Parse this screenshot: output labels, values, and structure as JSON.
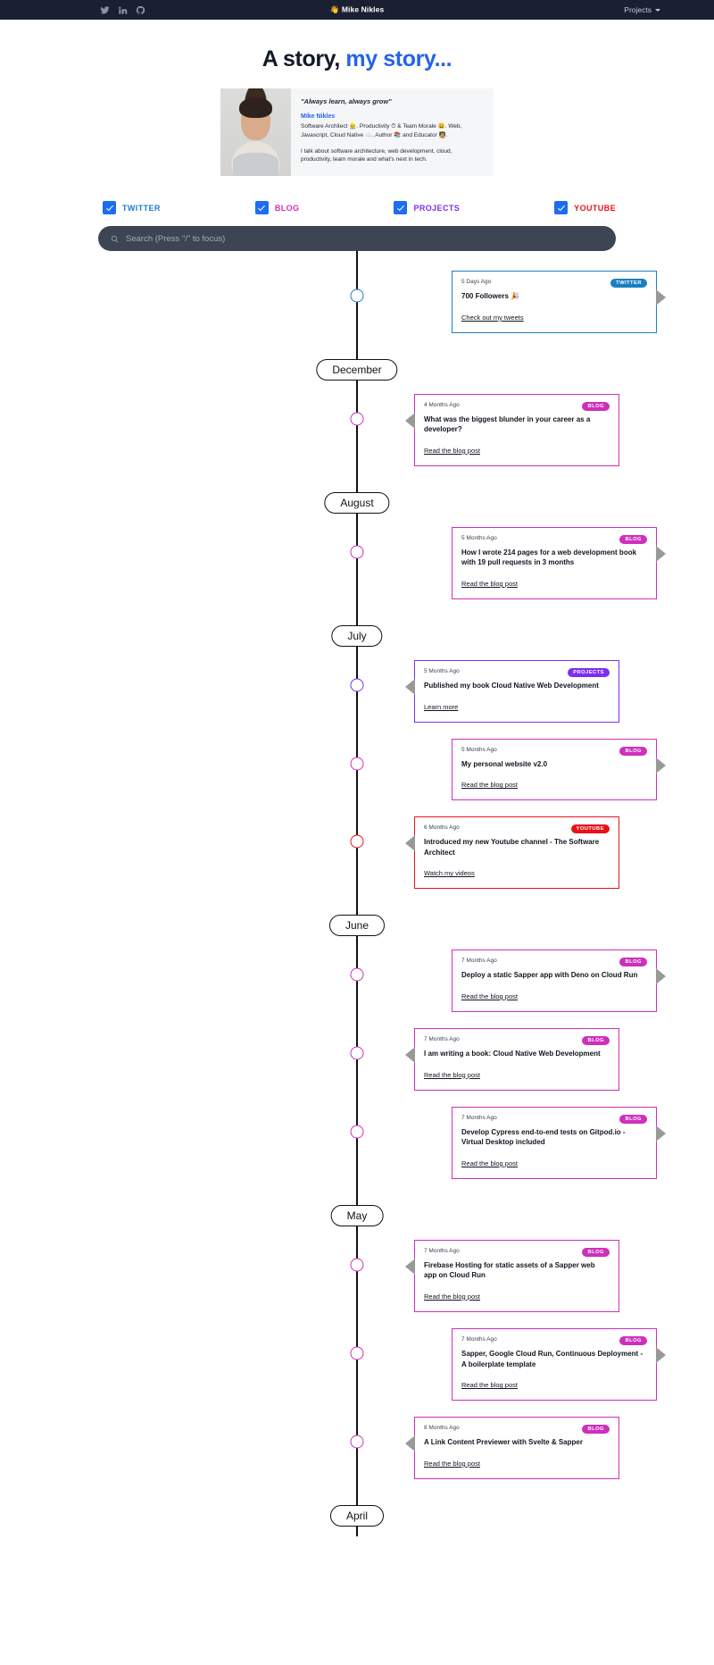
{
  "navbar": {
    "brand": "👋 Mike Nikles",
    "social": [
      {
        "name": "twitter-icon",
        "label": "Twitter"
      },
      {
        "name": "linkedin-icon",
        "label": "LinkedIn"
      },
      {
        "name": "github-icon",
        "label": "GitHub"
      }
    ],
    "menu_label": "Projects"
  },
  "header": {
    "title_plain": "A story, ",
    "title_accent": "my story...",
    "accent_color": "#2563eb"
  },
  "bio": {
    "quote": "\"Always learn, always grow\"",
    "name": "Mike Nikles",
    "role": "Software Architect 👷. Productivity ⏱ & Team Morale 😀. Web, Javascript, Cloud Native ☁️. Author 📚 and Educator 🧑‍🏫.",
    "about": "I talk about software architecture, web development, cloud, productivity, team morale and what's next in tech."
  },
  "filters": [
    {
      "label": "TWITTER",
      "checked": true,
      "color": "#1a7fc1"
    },
    {
      "label": "BLOG",
      "checked": true,
      "color": "#cf2fbd"
    },
    {
      "label": "PROJECTS",
      "checked": true,
      "color": "#7b2ff2"
    },
    {
      "label": "YOUTUBE",
      "checked": true,
      "color": "#e8131a"
    }
  ],
  "search": {
    "placeholder": "Search (Press \"/\" to focus)",
    "value": ""
  },
  "timeline": [
    {
      "kind": "event",
      "side": "left",
      "source": "twitter",
      "badge": "TWITTER",
      "ago": "5 Days Ago",
      "title": "700 Followers 🎉",
      "link": "Check out my tweets"
    },
    {
      "kind": "month",
      "label": "December"
    },
    {
      "kind": "event",
      "side": "right",
      "source": "blog",
      "badge": "BLOG",
      "ago": "4 Months Ago",
      "title": "What was the biggest blunder in your career as a developer?",
      "link": "Read the blog post"
    },
    {
      "kind": "month",
      "label": "August"
    },
    {
      "kind": "event",
      "side": "left",
      "source": "blog",
      "badge": "BLOG",
      "ago": "5 Months Ago",
      "title": "How I wrote 214 pages for a web development book with 19 pull requests in 3 months",
      "link": "Read the blog post"
    },
    {
      "kind": "month",
      "label": "July"
    },
    {
      "kind": "event",
      "side": "right",
      "source": "projects",
      "badge": "PROJECTS",
      "ago": "5 Months Ago",
      "title": "Published my book Cloud Native Web Development",
      "link": "Learn more"
    },
    {
      "kind": "event",
      "side": "left",
      "source": "blog",
      "badge": "BLOG",
      "ago": "5 Months Ago",
      "title": "My personal website v2.0",
      "link": "Read the blog post"
    },
    {
      "kind": "event",
      "side": "right",
      "source": "youtube",
      "badge": "YOUTUBE",
      "ago": "6 Months Ago",
      "title": "Introduced my new Youtube channel - The Software Architect",
      "link": "Watch my videos"
    },
    {
      "kind": "month",
      "label": "June"
    },
    {
      "kind": "event",
      "side": "left",
      "source": "blog",
      "badge": "BLOG",
      "ago": "7 Months Ago",
      "title": "Deploy a static Sapper app with Deno on Cloud Run",
      "link": "Read the blog post"
    },
    {
      "kind": "event",
      "side": "right",
      "source": "blog",
      "badge": "BLOG",
      "ago": "7 Months Ago",
      "title": "I am writing a book: Cloud Native Web Development",
      "link": "Read the blog post"
    },
    {
      "kind": "event",
      "side": "left",
      "source": "blog",
      "badge": "BLOG",
      "ago": "7 Months Ago",
      "title": "Develop Cypress end-to-end tests on Gitpod.io - Virtual Desktop included",
      "link": "Read the blog post"
    },
    {
      "kind": "month",
      "label": "May"
    },
    {
      "kind": "event",
      "side": "right",
      "source": "blog",
      "badge": "BLOG",
      "ago": "7 Months Ago",
      "title": "Firebase Hosting for static assets of a Sapper web app on Cloud Run",
      "link": "Read the blog post"
    },
    {
      "kind": "event",
      "side": "left",
      "source": "blog",
      "badge": "BLOG",
      "ago": "7 Months Ago",
      "title": "Sapper, Google Cloud Run, Continuous Deployment - A boilerplate template",
      "link": "Read the blog post"
    },
    {
      "kind": "event",
      "side": "right",
      "source": "blog",
      "badge": "BLOG",
      "ago": "8 Months Ago",
      "title": "A Link Content Previewer with Svelte & Sapper",
      "link": "Read the blog post"
    },
    {
      "kind": "month",
      "label": "April"
    }
  ]
}
